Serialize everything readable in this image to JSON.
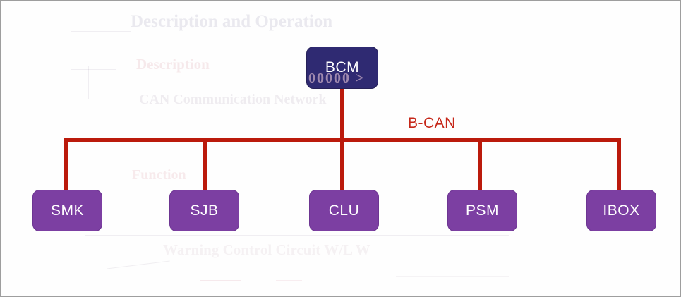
{
  "diagram": {
    "type": "network-topology",
    "bus": {
      "label": "B-CAN",
      "line_color": "#bb1a0c",
      "label_color": "#c6281a"
    },
    "root_node": {
      "label": "BCM",
      "fill": "#2f2a72",
      "text_color": "#ffffff"
    },
    "nodes": [
      {
        "label": "SMK"
      },
      {
        "label": "SJB"
      },
      {
        "label": "CLU"
      },
      {
        "label": "PSM"
      },
      {
        "label": "IBOX"
      }
    ],
    "node_fill": "#7c3fa2"
  },
  "ghost_background": {
    "title": "Description and Operation",
    "line_description": "Description",
    "line_can": "CAN Communication Network",
    "line_zeros": "00000 >",
    "line_function": "Function",
    "line_warning": "Warning Control Circuit W/L W"
  }
}
